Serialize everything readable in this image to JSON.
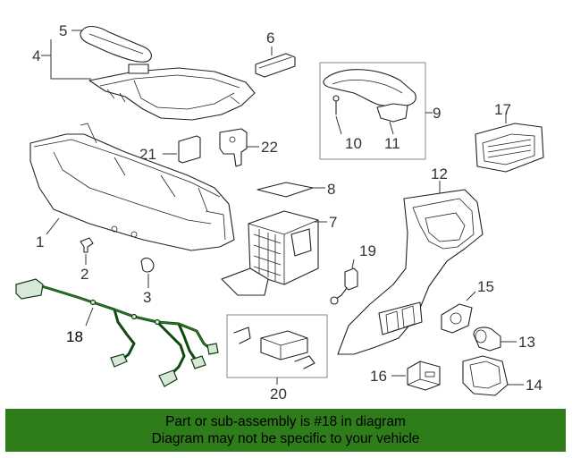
{
  "diagram": {
    "callouts": {
      "c1": "1",
      "c2": "2",
      "c3": "3",
      "c4": "4",
      "c5": "5",
      "c6": "6",
      "c7": "7",
      "c8": "8",
      "c9": "9",
      "c10": "10",
      "c11": "11",
      "c12": "12",
      "c13": "13",
      "c14": "14",
      "c15": "15",
      "c16": "16",
      "c17": "17",
      "c18": "18",
      "c19": "19",
      "c20": "20",
      "c21": "21",
      "c22": "22"
    },
    "highlight_color": "#2e7d1a"
  },
  "banner": {
    "line1": "Part or sub-assembly is #18 in diagram",
    "line2": "Diagram may not be specific to your vehicle"
  }
}
